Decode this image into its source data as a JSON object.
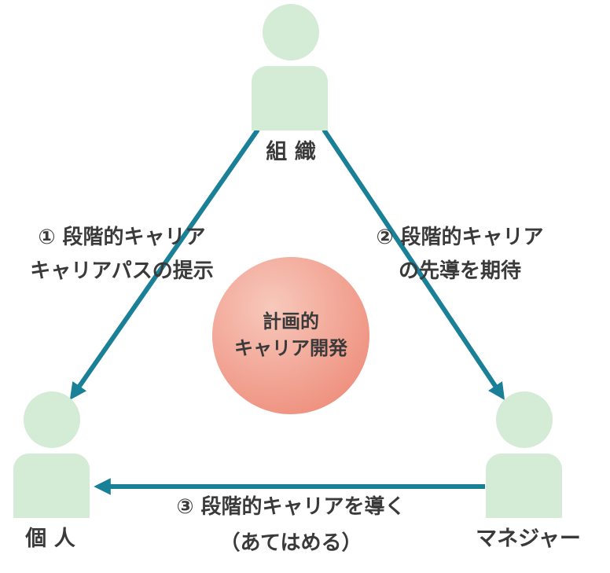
{
  "colors": {
    "person_fill": "#d4ebd6",
    "arrow": "#1a8097",
    "center_fill": "#f2a696",
    "text": "#3a3a3a"
  },
  "actors": {
    "organization": {
      "label": "組 織"
    },
    "individual": {
      "label": "個 人"
    },
    "manager": {
      "label": "マネジャー"
    }
  },
  "edges": {
    "org_to_individual": {
      "line1": "① 段階的キャリア",
      "line2": "キャリアパスの提示"
    },
    "org_to_manager": {
      "line1": "② 段階的キャリア",
      "line2": "の先導を期待"
    },
    "manager_to_individual": {
      "line1": "③ 段階的キャリアを導く",
      "line2": "（あてはめる）"
    }
  },
  "center": {
    "line1": "計画的",
    "line2": "キャリア開発"
  }
}
